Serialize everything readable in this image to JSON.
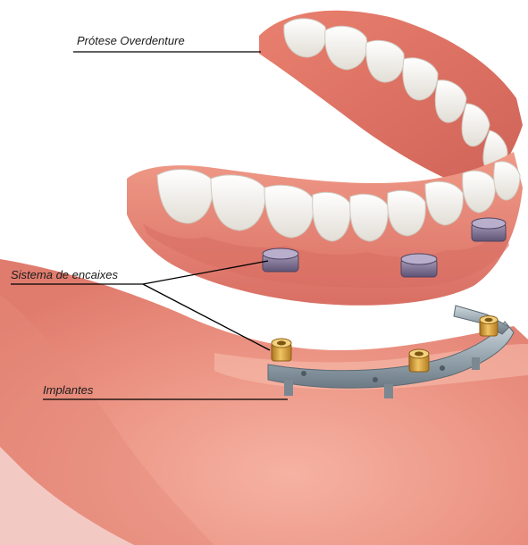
{
  "labels": {
    "denture": "Prótese  Overdenture",
    "attachments": "Sistema de encaixes",
    "implants": "Implantes"
  },
  "colors": {
    "gum_light": "#f3a999",
    "gum_mid": "#e9887a",
    "gum_dark": "#d46e63",
    "tooth_light": "#ffffff",
    "tooth_shade": "#e4e2dc",
    "bar_metal": "#a9b5be",
    "bar_metal_dark": "#6f7e89",
    "gold": "#d9a23a",
    "attachment_purple": "#7a6e8f",
    "leader_line": "#000000"
  },
  "icons": [
    "denture-illustration",
    "implant-bar-illustration"
  ]
}
